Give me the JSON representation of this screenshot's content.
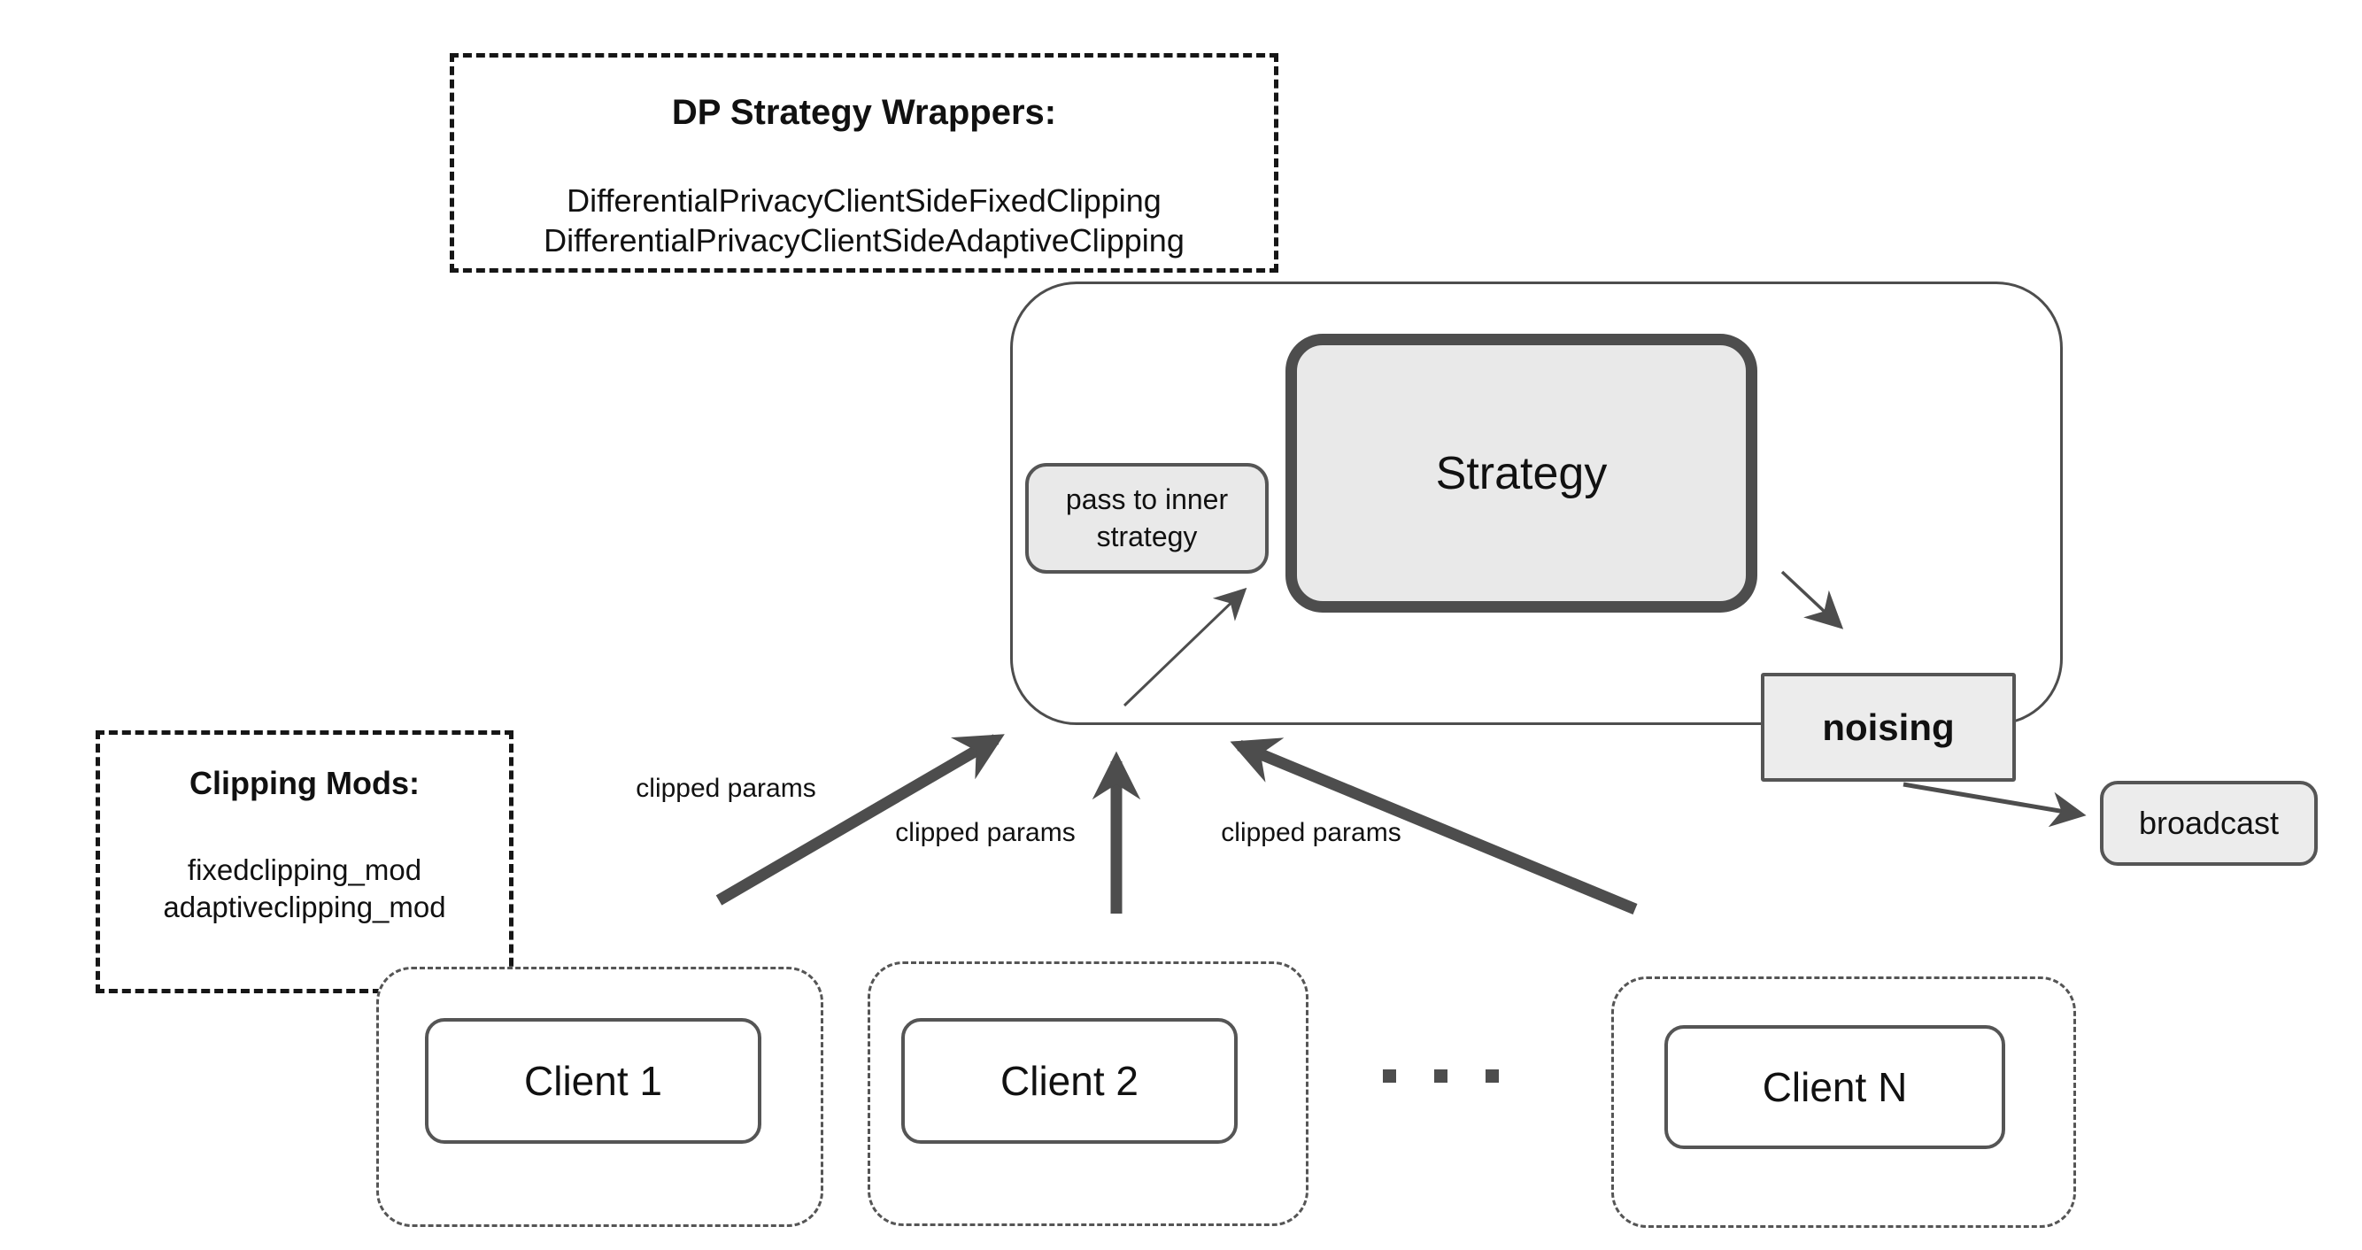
{
  "colors": {
    "stroke": "#4d4d4d",
    "box_border": "#555555",
    "dashed_note_border": "#161616",
    "light_fill": "#e9e9e9",
    "background": "#ffffff"
  },
  "dp_wrappers": {
    "title": "DP Strategy Wrappers:",
    "items": [
      "DifferentialPrivacyClientSideFixedClipping",
      "DifferentialPrivacyClientSideAdaptiveClipping"
    ]
  },
  "clipping_mods": {
    "title": "Clipping Mods:",
    "items": [
      "fixedclipping_mod",
      "adaptiveclipping_mod"
    ]
  },
  "server": {
    "strategy_label": "Strategy",
    "pass_to_inner_label": "pass to inner strategy",
    "noising_label": "noising",
    "broadcast_label": "broadcast"
  },
  "edges": {
    "clipped_params": [
      {
        "label": "clipped params"
      },
      {
        "label": "clipped params"
      },
      {
        "label": "clipped params"
      }
    ]
  },
  "clients": [
    {
      "label": "Client 1"
    },
    {
      "label": "Client 2"
    },
    {
      "label": "Client N"
    }
  ],
  "ellipsis": "..."
}
